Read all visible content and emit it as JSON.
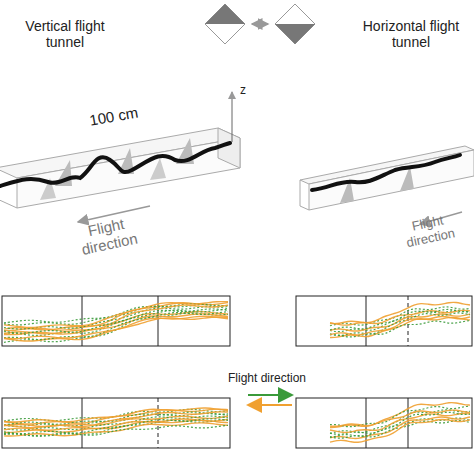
{
  "diagram": {
    "labels": [
      "Vertical flight tunnel",
      "Horizontal flight tunnel",
      "100 cm",
      "z",
      "Flight direction",
      "Flight direction",
      "Flight direction"
    ]
  }
}
